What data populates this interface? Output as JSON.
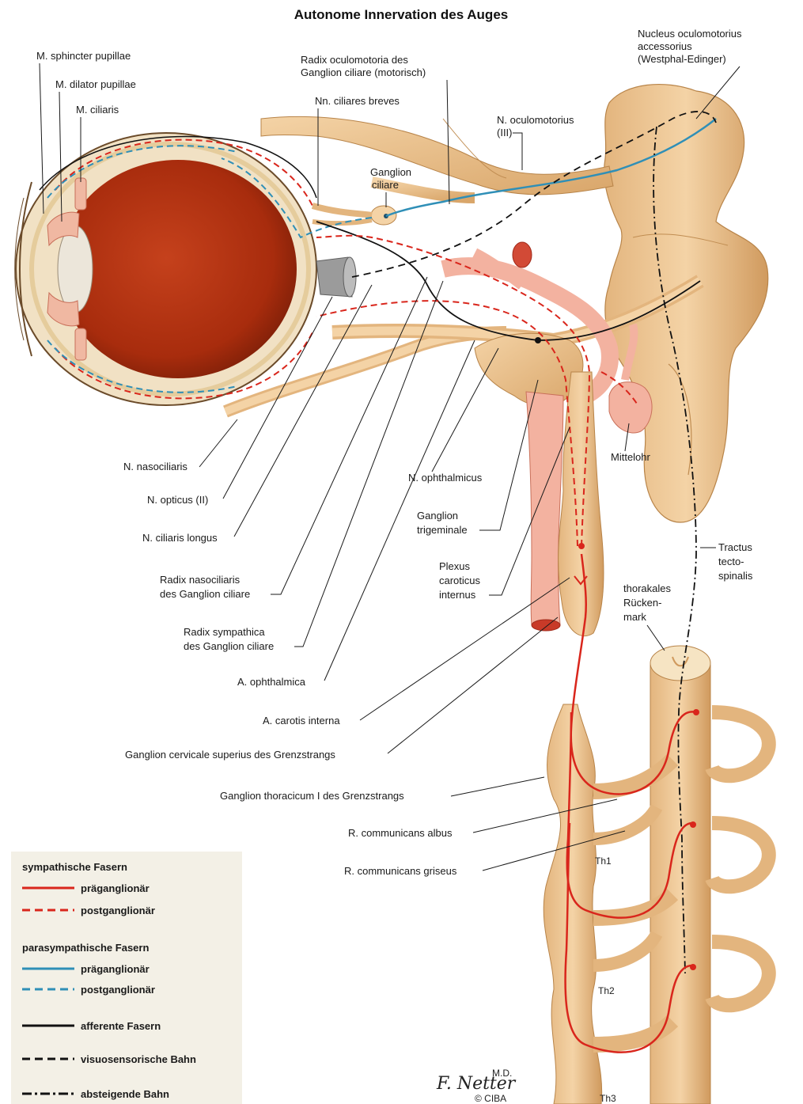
{
  "title": "Autonome Innervation des Auges",
  "labels": {
    "sphincter": "M. sphincter pupillae",
    "dilator": "M. dilator pupillae",
    "ciliaris": "M. ciliaris",
    "radix_oculomotoria_1": "Radix oculomotoria des",
    "radix_oculomotoria_2": "Ganglion ciliare (motorisch)",
    "nn_ciliares_breves": "Nn. ciliares breves",
    "ganglion_ciliare_1": "Ganglion",
    "ganglion_ciliare_2": "ciliare",
    "n_oculomotorius_1": "N. oculomotorius",
    "n_oculomotorius_2": "(III)",
    "nucleus_1": "Nucleus oculomotorius",
    "nucleus_2": "accessorius",
    "nucleus_3": "(Westphal-Edinger)",
    "n_nasociliaris": "N. nasociliaris",
    "n_opticus": "N. opticus (II)",
    "n_ciliaris_longus": "N. ciliaris longus",
    "radix_nasociliaris_1": "Radix nasociliaris",
    "radix_nasociliaris_2": "des Ganglion ciliare",
    "radix_sympathica_1": "Radix sympathica",
    "radix_sympathica_2": "des Ganglion ciliare",
    "a_ophthalmica": "A. ophthalmica",
    "a_carotis": "A. carotis interna",
    "ganglion_cervicale": "Ganglion cervicale superius des Grenzstrangs",
    "ganglion_thoracicum": "Ganglion thoracicum I des Grenzstrangs",
    "r_albus": "R. communicans albus",
    "r_griseus": "R. communicans griseus",
    "n_ophthalmicus": "N. ophthalmicus",
    "mittelohr": "Mittelohr",
    "ganglion_trigeminale_1": "Ganglion",
    "ganglion_trigeminale_2": "trigeminale",
    "plexus_1": "Plexus",
    "plexus_2": "caroticus",
    "plexus_3": "internus",
    "tractus_1": "Tractus",
    "tractus_2": "tecto-",
    "tractus_3": "spinalis",
    "thorakales_1": "thorakales",
    "thorakales_2": "Rücken-",
    "thorakales_3": "mark",
    "th1": "Th1",
    "th2": "Th2",
    "th3": "Th3"
  },
  "legend": {
    "sympathisch_heading": "sympathische Fasern",
    "sym_pre": "präganglionär",
    "sym_post": "postganglionär",
    "parasympathisch_heading": "parasympathische Fasern",
    "para_pre": "präganglionär",
    "para_post": "postganglionär",
    "afferent": "afferente Fasern",
    "visuo": "visuosensorische Bahn",
    "absteigend": "absteigende Bahn"
  },
  "signature": {
    "name": "F. Netter",
    "md": "M.D.",
    "copyright": "© CIBA"
  },
  "colors": {
    "sympathetic": "#d9261c",
    "parasympathetic": "#2f8fb7",
    "afferent": "#111111",
    "nerve": "#e9c08c",
    "eye": "#b8300f",
    "artery": "#f0a08a",
    "legend_bg": "#f3f0e6"
  }
}
